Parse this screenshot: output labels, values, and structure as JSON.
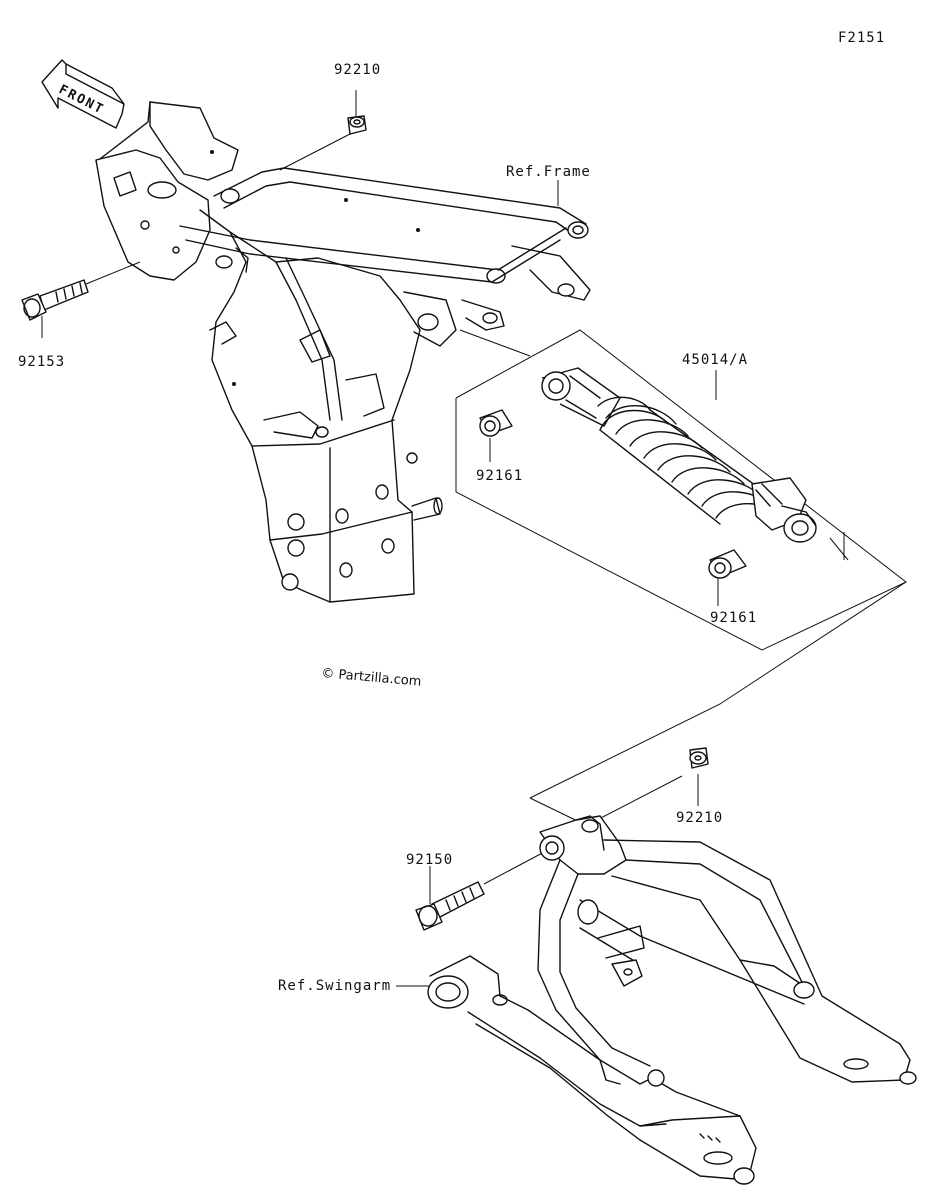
{
  "diagram_code": "F2151",
  "front_arrow_text": "FRONT",
  "watermark": "© Partzilla.com",
  "fine_print": [
    "",
    ""
  ],
  "labels": {
    "nut_top": "92210",
    "frame_ref": "Ref.Frame",
    "bolt_left": "92153",
    "shock": "45014/A",
    "collar_upper": "92161",
    "collar_lower": "92161",
    "nut_bottom": "92210",
    "bolt_bottom": "92150",
    "swingarm_ref": "Ref.Swingarm"
  },
  "parts": [
    {
      "number": "92210",
      "name": "nut-icon"
    },
    {
      "number": "92153",
      "name": "bolt-icon"
    },
    {
      "number": "45014/A",
      "name": "shock-absorber-icon"
    },
    {
      "number": "92161",
      "name": "collar-icon"
    },
    {
      "number": "92150",
      "name": "bolt-icon"
    }
  ]
}
